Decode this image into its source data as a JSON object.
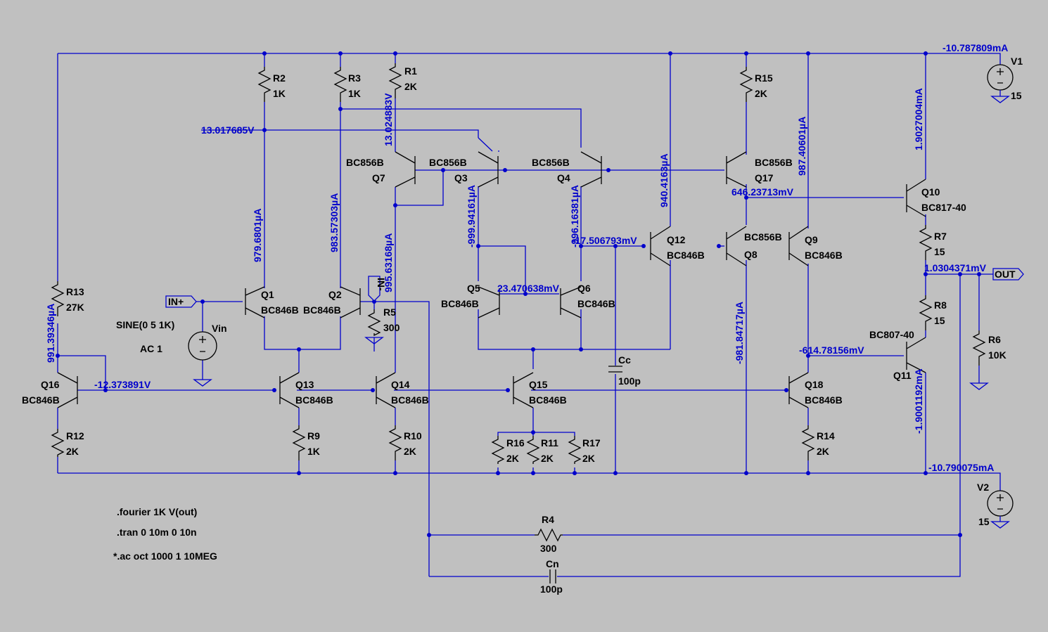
{
  "colors": {
    "background": "#c0c0c0",
    "wire": "#0000cc",
    "symbol": "#000000",
    "probe_text": "#0000cc"
  },
  "components": [
    {
      "id": "r2",
      "name": "R2",
      "value": "1K"
    },
    {
      "id": "r3",
      "name": "R3",
      "value": "1K"
    },
    {
      "id": "r1",
      "name": "R1",
      "value": "2K"
    },
    {
      "id": "r15",
      "name": "R15",
      "value": "2K"
    },
    {
      "id": "r13",
      "name": "R13",
      "value": "27K"
    },
    {
      "id": "r5",
      "name": "R5",
      "value": "300"
    },
    {
      "id": "r7",
      "name": "R7",
      "value": "15"
    },
    {
      "id": "r8",
      "name": "R8",
      "value": "15"
    },
    {
      "id": "r6",
      "name": "R6",
      "value": "10K"
    },
    {
      "id": "r12",
      "name": "R12",
      "value": "2K"
    },
    {
      "id": "r9",
      "name": "R9",
      "value": "1K"
    },
    {
      "id": "r10",
      "name": "R10",
      "value": "2K"
    },
    {
      "id": "r16",
      "name": "R16",
      "value": "2K"
    },
    {
      "id": "r11",
      "name": "R11",
      "value": "2K"
    },
    {
      "id": "r17",
      "name": "R17",
      "value": "2K"
    },
    {
      "id": "r14",
      "name": "R14",
      "value": "2K"
    },
    {
      "id": "r4",
      "name": "R4",
      "value": "300"
    },
    {
      "id": "cc",
      "name": "Cc",
      "value": "100p"
    },
    {
      "id": "cn",
      "name": "Cn",
      "value": "100p"
    },
    {
      "id": "v1",
      "name": "V1",
      "value": "15"
    },
    {
      "id": "v2",
      "name": "V2",
      "value": "15"
    },
    {
      "id": "vin",
      "name": "Vin",
      "value": "SINE(0 5 1K)",
      "value2": "AC 1"
    }
  ],
  "transistors": [
    {
      "id": "q7",
      "name": "Q7",
      "model": "BC856B"
    },
    {
      "id": "q3",
      "name": "Q3",
      "model": "BC856B"
    },
    {
      "id": "q4",
      "name": "Q4",
      "model": "BC856B"
    },
    {
      "id": "q17",
      "name": "Q17",
      "model": "BC856B"
    },
    {
      "id": "q8",
      "name": "Q8",
      "model": "BC856B"
    },
    {
      "id": "q10",
      "name": "Q10",
      "model": "BC817-40"
    },
    {
      "id": "q11",
      "name": "Q11",
      "model": "BC807-40"
    },
    {
      "id": "q1",
      "name": "Q1",
      "model": "BC846B"
    },
    {
      "id": "q2",
      "name": "Q2",
      "model": "BC846B"
    },
    {
      "id": "q5",
      "name": "Q5",
      "model": "BC846B"
    },
    {
      "id": "q6",
      "name": "Q6",
      "model": "BC846B"
    },
    {
      "id": "q12",
      "name": "Q12",
      "model": "BC846B"
    },
    {
      "id": "q9",
      "name": "Q9",
      "model": "BC846B"
    },
    {
      "id": "q16",
      "name": "Q16",
      "model": "BC846B"
    },
    {
      "id": "q13",
      "name": "Q13",
      "model": "BC846B"
    },
    {
      "id": "q14",
      "name": "Q14",
      "model": "BC846B"
    },
    {
      "id": "q15",
      "name": "Q15",
      "model": "BC846B"
    },
    {
      "id": "q18",
      "name": "Q18",
      "model": "BC846B"
    }
  ],
  "ports": {
    "in_plus": "IN+",
    "in_minus": "IN-",
    "out": "OUT"
  },
  "probes": {
    "i_v1": "-10.787809mA",
    "i_v2": "-10.790075mA",
    "v_q1b": "13.017685V",
    "i_r1": "13.024883V",
    "i_q10c": "1.9027004mA",
    "i_q9c": "987.40601µA",
    "i_q12c": "940.4163µA",
    "v_q17c": "646.23713mV",
    "v_q12b": "-17.506793mV",
    "i_q3": "-999.94161µA",
    "i_q4": "-996.16381µA",
    "i_q1": "979.6801µA",
    "i_q2": "983.57303µA",
    "i_q14": "995.63168µA",
    "v_q5b": "23.470638mV",
    "v_out": "1.0304371mV",
    "v_q9e": "-614.78156mV",
    "i_q8": "-981.84717µA",
    "i_q11": "-1.9001192mA",
    "i_r13": "991.39346µA",
    "v_bias": "-12.373891V"
  },
  "directives": [
    ".fourier 1K V(out)",
    ".tran 0 10m 0 10n",
    "*.ac oct 1000 1 10MEG"
  ]
}
